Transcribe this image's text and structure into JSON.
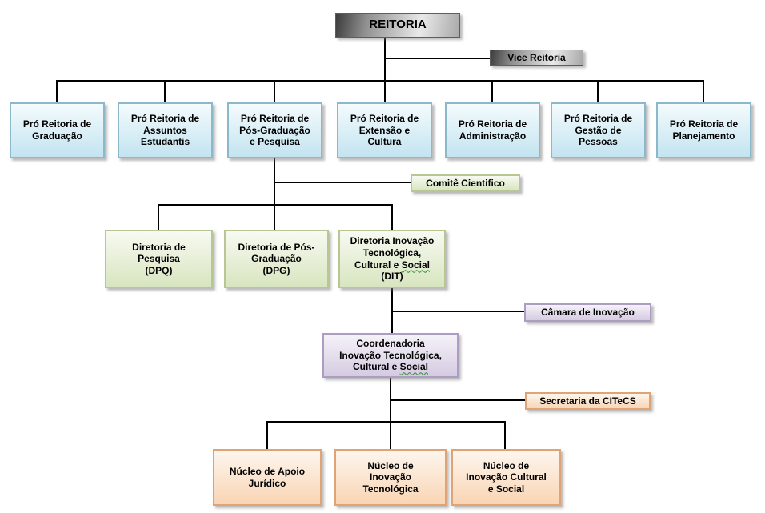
{
  "colors": {
    "gray_dark": "#3c3c3c",
    "gray_light": "#e9e9e9",
    "box_blue_top": "#f4fbfd",
    "box_blue_bottom": "#c3e4f0",
    "border_blue": "#8bb9cb",
    "box_green_top": "#f7faf1",
    "box_green_bottom": "#d8e5c0",
    "border_green": "#b7c693",
    "box_purple_top": "#f5f2f8",
    "box_purple_bottom": "#d5cbe2",
    "border_purple": "#ac9dc2",
    "box_orange_top": "#fdf6ee",
    "box_orange_bottom": "#f9d5b4",
    "border_orange": "#dfa376",
    "connector_line": "#000000",
    "squiggle_green": "#2e8b2e"
  },
  "nodes": {
    "reitoria": {
      "label": "REITORIA"
    },
    "vice_reitoria": {
      "label": "Vice Reitoria"
    },
    "pro_reitorias": [
      {
        "label": "Pró Reitoria de\nGraduação"
      },
      {
        "label": "Pró Reitoria de\nAssuntos\nEstudantis"
      },
      {
        "label": "Pró Reitoria de\nPós-Graduação\ne Pesquisa"
      },
      {
        "label": "Pró Reitoria de\nExtensão e\nCultura"
      },
      {
        "label": "Pró Reitoria de\nAdministração"
      },
      {
        "label": "Pró Reitoria de\nGestão de\nPessoas"
      },
      {
        "label": "Pró Reitoria de\nPlanejamento"
      }
    ],
    "comite_cientifico": {
      "label": "Comitê Cientifico"
    },
    "diretorias": [
      {
        "label": "Diretoria de\nPesquisa\n(DPQ)"
      },
      {
        "label": "Diretoria de Pós-\nGraduação\n(DPG)"
      },
      {
        "label_pre": "Diretoria Inovação\nTecnológica,\nCultural e ",
        "misspelled_word": "Social",
        "label_post": "\n(DIT)"
      }
    ],
    "camara_inovacao": {
      "label": "Câmara de Inovação"
    },
    "coordenadoria": {
      "label_pre": "Coordenadoria\nInovação Tecnológica,\nCultural e ",
      "misspelled_word": "Social",
      "label_post": ""
    },
    "secretaria_citecs": {
      "label": "Secretaria da CITeCS"
    },
    "nucleos": [
      {
        "label": "Núcleo de Apoio\nJurídico"
      },
      {
        "label": "Núcleo de\nInovação\nTecnológica"
      },
      {
        "label": "Núcleo de\nInovação Cultural\ne Social"
      }
    ]
  }
}
